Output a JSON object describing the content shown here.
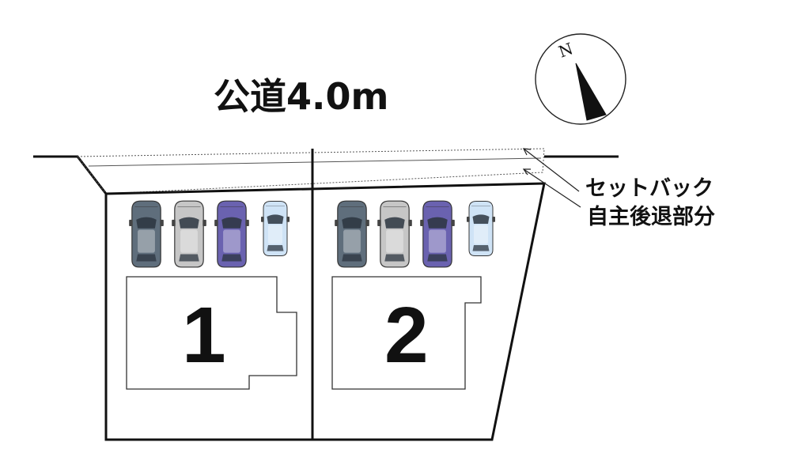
{
  "road": {
    "label": "公道4.0m"
  },
  "setback": {
    "line1": "セットバック",
    "line2": "自主後退部分"
  },
  "compass": {
    "label": "N"
  },
  "lots": [
    {
      "number": "1"
    },
    {
      "number": "2"
    }
  ],
  "car_colors": {
    "dark_gray": "#5f6e7c",
    "silver": "#c6c6c6",
    "purple": "#6a62b0",
    "light_blue": "#cfe3f6"
  }
}
